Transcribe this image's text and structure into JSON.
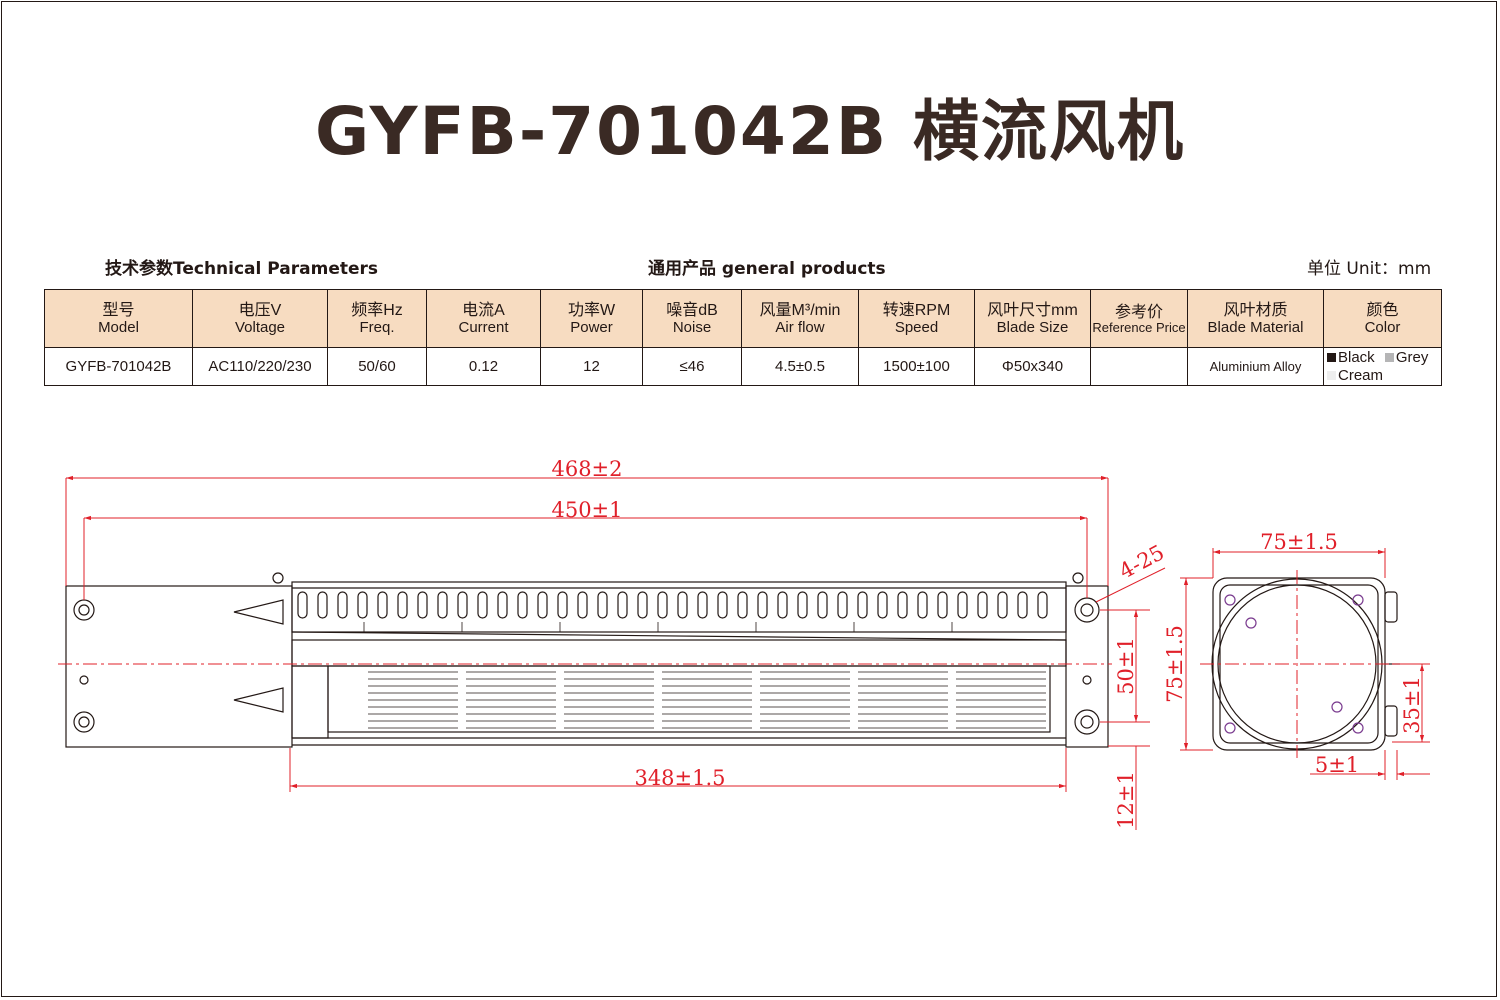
{
  "title": "GYFB-701042B 横流风机",
  "section": {
    "technical_params": "技术参数Technical Parameters",
    "general_products": "通用产品 general products",
    "unit": "单位 Unit：mm"
  },
  "table": {
    "headers": [
      {
        "zh": "型号",
        "en": "Model"
      },
      {
        "zh": "电压V",
        "en": "Voltage"
      },
      {
        "zh": "频率Hz",
        "en": "Freq."
      },
      {
        "zh": "电流A",
        "en": "Current"
      },
      {
        "zh": "功率W",
        "en": "Power"
      },
      {
        "zh": "噪音dB",
        "en": "Noise"
      },
      {
        "zh": "风量M³/min",
        "en": "Air flow"
      },
      {
        "zh": "转速RPM",
        "en": "Speed"
      },
      {
        "zh": "风叶尺寸mm",
        "en": "Blade Size"
      },
      {
        "zh": "参考价",
        "en": "Reference Price"
      },
      {
        "zh": "风叶材质",
        "en": "Blade Material"
      },
      {
        "zh": "颜色",
        "en": "Color"
      }
    ],
    "row": {
      "model": "GYFB-701042B",
      "voltage": "AC110/220/230",
      "freq": "50/60",
      "current": "0.12",
      "power": "12",
      "noise": "≤46",
      "airflow": "4.5±0.5",
      "speed": "1500±100",
      "blade_size": "Φ50x340",
      "price": "",
      "material": "Aluminium Alloy",
      "colors": [
        {
          "name": "Black",
          "hex": "#231815"
        },
        {
          "name": "Grey",
          "hex": "#b5b5b6"
        },
        {
          "name": "Cream",
          "hex": "#eeeeee"
        }
      ]
    }
  },
  "dimensions": {
    "total_length": "468±2",
    "mount_spacing": "450±1",
    "body_length": "348±1.5",
    "hole_spacing": "50±1",
    "offset": "12±1",
    "holes": "4-25",
    "side_width": "75±1.5",
    "side_height": "75±1.5",
    "side_offset": "35±1",
    "side_flange": "5±1"
  },
  "colors": {
    "dimension": "#e0202a",
    "line": "#231815",
    "header_bg": "#f7dcc1",
    "accent": "#7a3b8f"
  }
}
